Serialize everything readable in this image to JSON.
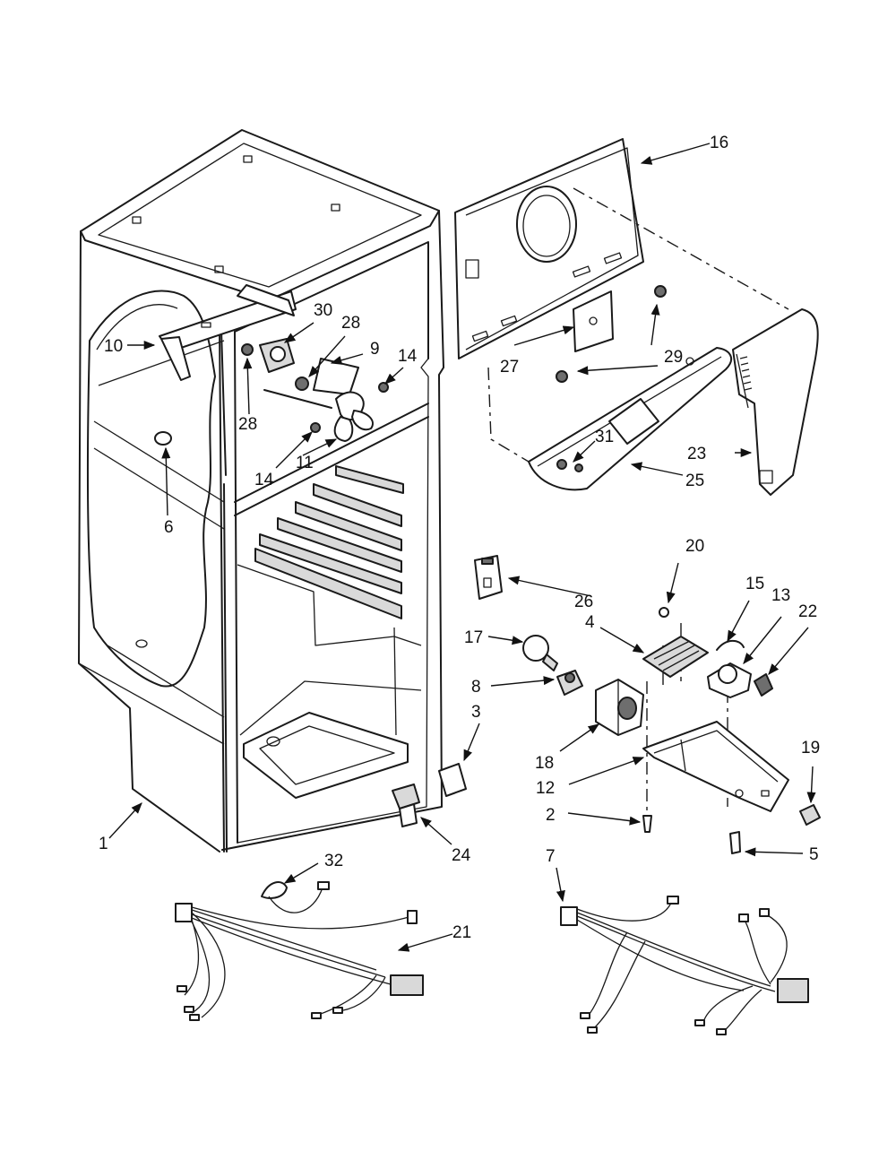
{
  "diagram": {
    "labels": {
      "p1": "1",
      "p2": "2",
      "p3": "3",
      "p4": "4",
      "p5": "5",
      "p6": "6",
      "p7": "7",
      "p8": "8",
      "p9": "9",
      "p10": "10",
      "p11": "11",
      "p12": "12",
      "p13": "13",
      "p14a": "14",
      "p14b": "14",
      "p15": "15",
      "p16": "16",
      "p17": "17",
      "p18": "18",
      "p19": "19",
      "p20": "20",
      "p21": "21",
      "p22": "22",
      "p23": "23",
      "p24": "24",
      "p25": "25",
      "p26": "26",
      "p27": "27",
      "p28a": "28",
      "p28b": "28",
      "p29": "29",
      "p30": "30",
      "p31": "31",
      "p32": "32"
    }
  }
}
